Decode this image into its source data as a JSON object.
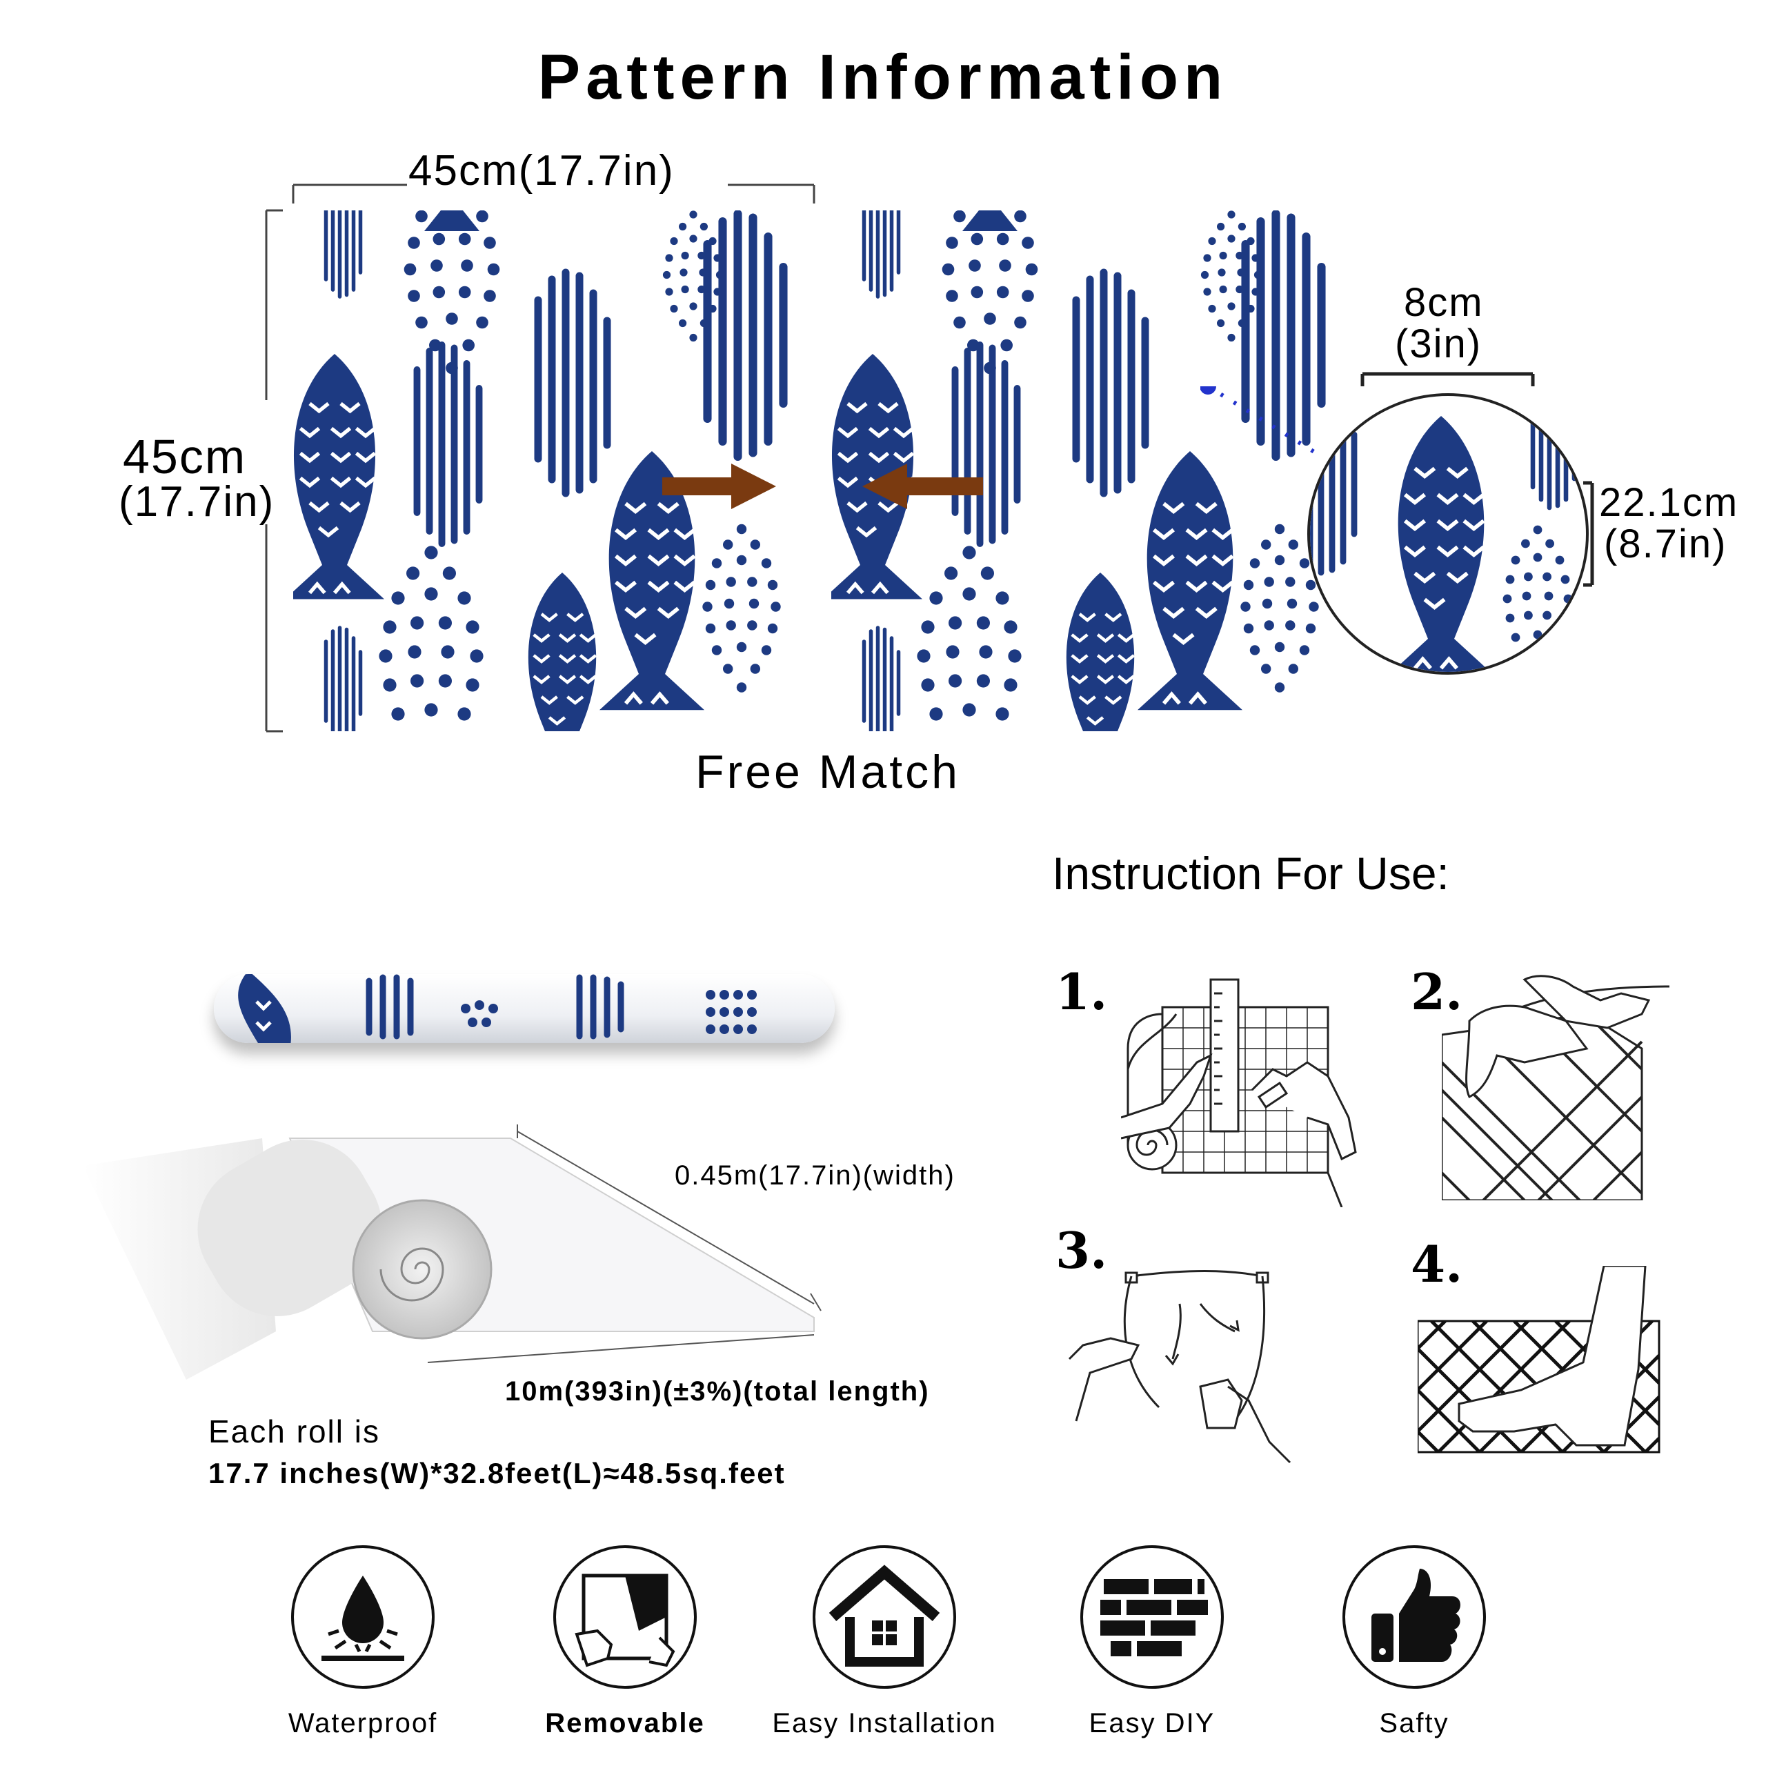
{
  "header": {
    "title": "Pattern Information"
  },
  "pattern": {
    "width_label": "45cm(17.7in)",
    "height_label_cm": "45cm",
    "height_label_in": "(17.7in)",
    "match_label": "Free Match",
    "detail_width_cm": "8cm",
    "detail_width_in": "(3in)",
    "detail_height_cm": "22.1cm",
    "detail_height_in": "(8.7in)",
    "colors": {
      "navy": "#1d3a82",
      "arrow": "#7a3a10"
    }
  },
  "roll": {
    "width_label": "0.45m(17.7in)(width)",
    "length_label": "10m(393in)(±3%)(total length)",
    "each_roll_line1": "Each roll is",
    "each_roll_line2": "17.7 inches(W)*32.8feet(L)≈48.5sq.feet"
  },
  "instructions": {
    "title": "Instruction For Use:",
    "steps": [
      {
        "number": "1."
      },
      {
        "number": "2."
      },
      {
        "number": "3."
      },
      {
        "number": "4."
      }
    ]
  },
  "features": [
    {
      "label": "Waterproof",
      "icon": "water-drop-icon"
    },
    {
      "label": "Removable",
      "icon": "peel-icon"
    },
    {
      "label": "Easy Installation",
      "icon": "house-icon"
    },
    {
      "label": "Easy DIY",
      "icon": "brick-wall-icon"
    },
    {
      "label": "Safty",
      "icon": "thumbs-up-icon"
    }
  ]
}
